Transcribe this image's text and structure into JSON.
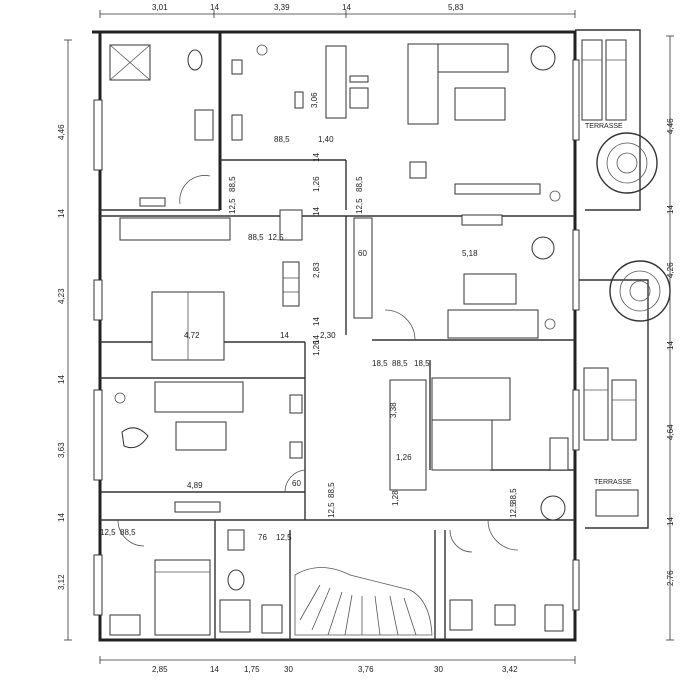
{
  "dimensions": {
    "top": [
      "3,01",
      "14",
      "3,39",
      "14",
      "5,83"
    ],
    "bottom": [
      "2,85",
      "14",
      "1,75",
      "30",
      "3,76",
      "30",
      "3,42"
    ],
    "left": [
      "4,46",
      "14",
      "4,23",
      "14",
      "3,63",
      "14",
      "3,12"
    ],
    "right": [
      "4,46",
      "14",
      "4,26",
      "14",
      "4,64",
      "14",
      "2,76"
    ]
  },
  "inner": {
    "d_306": "3,06",
    "d_885a": "88,5",
    "d_140": "1,40",
    "d_14a": "14",
    "d_126a": "1,26",
    "d_14b": "14",
    "d_885b": "88,5",
    "d_125a": "12,5",
    "d_885c": "88,5",
    "d_125b": "12,5",
    "d_885d": "88,5",
    "d_125c": "12,5",
    "d_283": "2,83",
    "d_14c": "14",
    "d_60a": "60",
    "d_518": "5,18",
    "d_472": "4,72",
    "d_14d": "14",
    "d_14e": "14",
    "d_230": "2,30",
    "d_126b": "1,26",
    "d_185a": "18,5",
    "d_885e": "88,5",
    "d_185b": "18,5",
    "d_338": "3,38",
    "d_126c": "1,26",
    "d_489": "4,89",
    "d_60b": "60",
    "d_125d": "12,5",
    "d_885f": "88,5",
    "d_128": "1,28",
    "d_125e": "12,5",
    "d_885g": "88,5",
    "d_125f": "12,5",
    "d_885h": "88,5",
    "d_76": "76",
    "d_125g": "12,5"
  },
  "labels": {
    "terrasse_top": "TERRASSE",
    "terrasse_bottom": "TERRASSE"
  }
}
